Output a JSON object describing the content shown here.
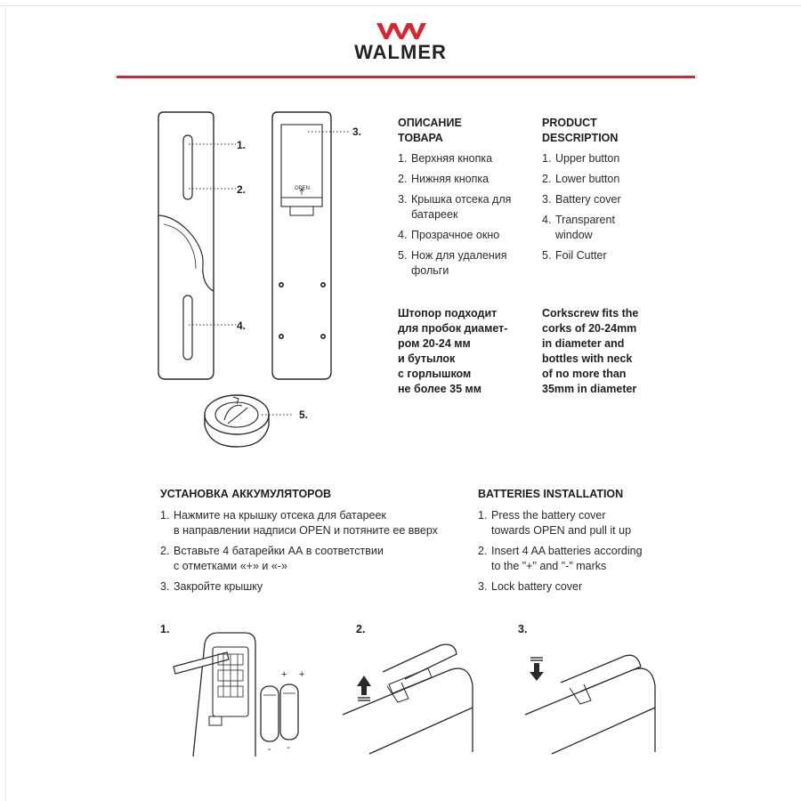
{
  "brand": {
    "name": "WALMER",
    "accent": "#d7262f"
  },
  "diagram": {
    "callouts": [
      "1.",
      "2.",
      "3.",
      "4.",
      "5."
    ],
    "open_label": "OPEN"
  },
  "description_ru": {
    "title": "ОПИСАНИЕ\nТОВАРА",
    "items": [
      {
        "num": "1.",
        "text": "Верхняя кнопка"
      },
      {
        "num": "2.",
        "text": "Нижняя кнопка"
      },
      {
        "num": "3.",
        "text": "Крышка отсека для батареек"
      },
      {
        "num": "4.",
        "text": "Прозрачное окно"
      },
      {
        "num": "5.",
        "text": "Нож для удаления фольги"
      }
    ],
    "fit": "Штопор подходит\nдля пробок диамет-\nром 20-24 мм\nи бутылок\nс горлышком\nне более 35 мм"
  },
  "description_en": {
    "title": "PRODUCT\nDESCRIPTION",
    "items": [
      {
        "num": "1.",
        "text": "Upper button"
      },
      {
        "num": "2.",
        "text": "Lower button"
      },
      {
        "num": "3.",
        "text": "Battery cover"
      },
      {
        "num": "4.",
        "text": "Transparent window"
      },
      {
        "num": "5.",
        "text": "Foil Cutter"
      }
    ],
    "fit": "Corkscrew fits the\ncorks of 20-24mm\nin diameter and\nbottles with neck\nof no more than\n35mm in diameter"
  },
  "install_ru": {
    "title": "УСТАНОВКА АККУМУЛЯТОРОВ",
    "steps": [
      {
        "num": "1.",
        "text": "Нажмите на крышку отсека для батареек\nв направлении надписи OPEN и потяните ее вверх"
      },
      {
        "num": "2.",
        "text": "Вставьте 4 батарейки АА в соответствии\nс отметками «+» и «-»"
      },
      {
        "num": "3.",
        "text": "Закройте крышку"
      }
    ]
  },
  "install_en": {
    "title": "BATTERIES INSTALLATION",
    "steps": [
      {
        "num": "1.",
        "text": "Press the battery cover\ntowards OPEN and pull it up"
      },
      {
        "num": "2.",
        "text": "Insert 4 AA batteries according\nto the \"+\" and \"-\" marks"
      },
      {
        "num": "3.",
        "text": "Lock battery cover"
      }
    ]
  },
  "steps_illustration": {
    "labels": [
      "1.",
      "2.",
      "3."
    ],
    "plus": "+",
    "minus": "-"
  }
}
